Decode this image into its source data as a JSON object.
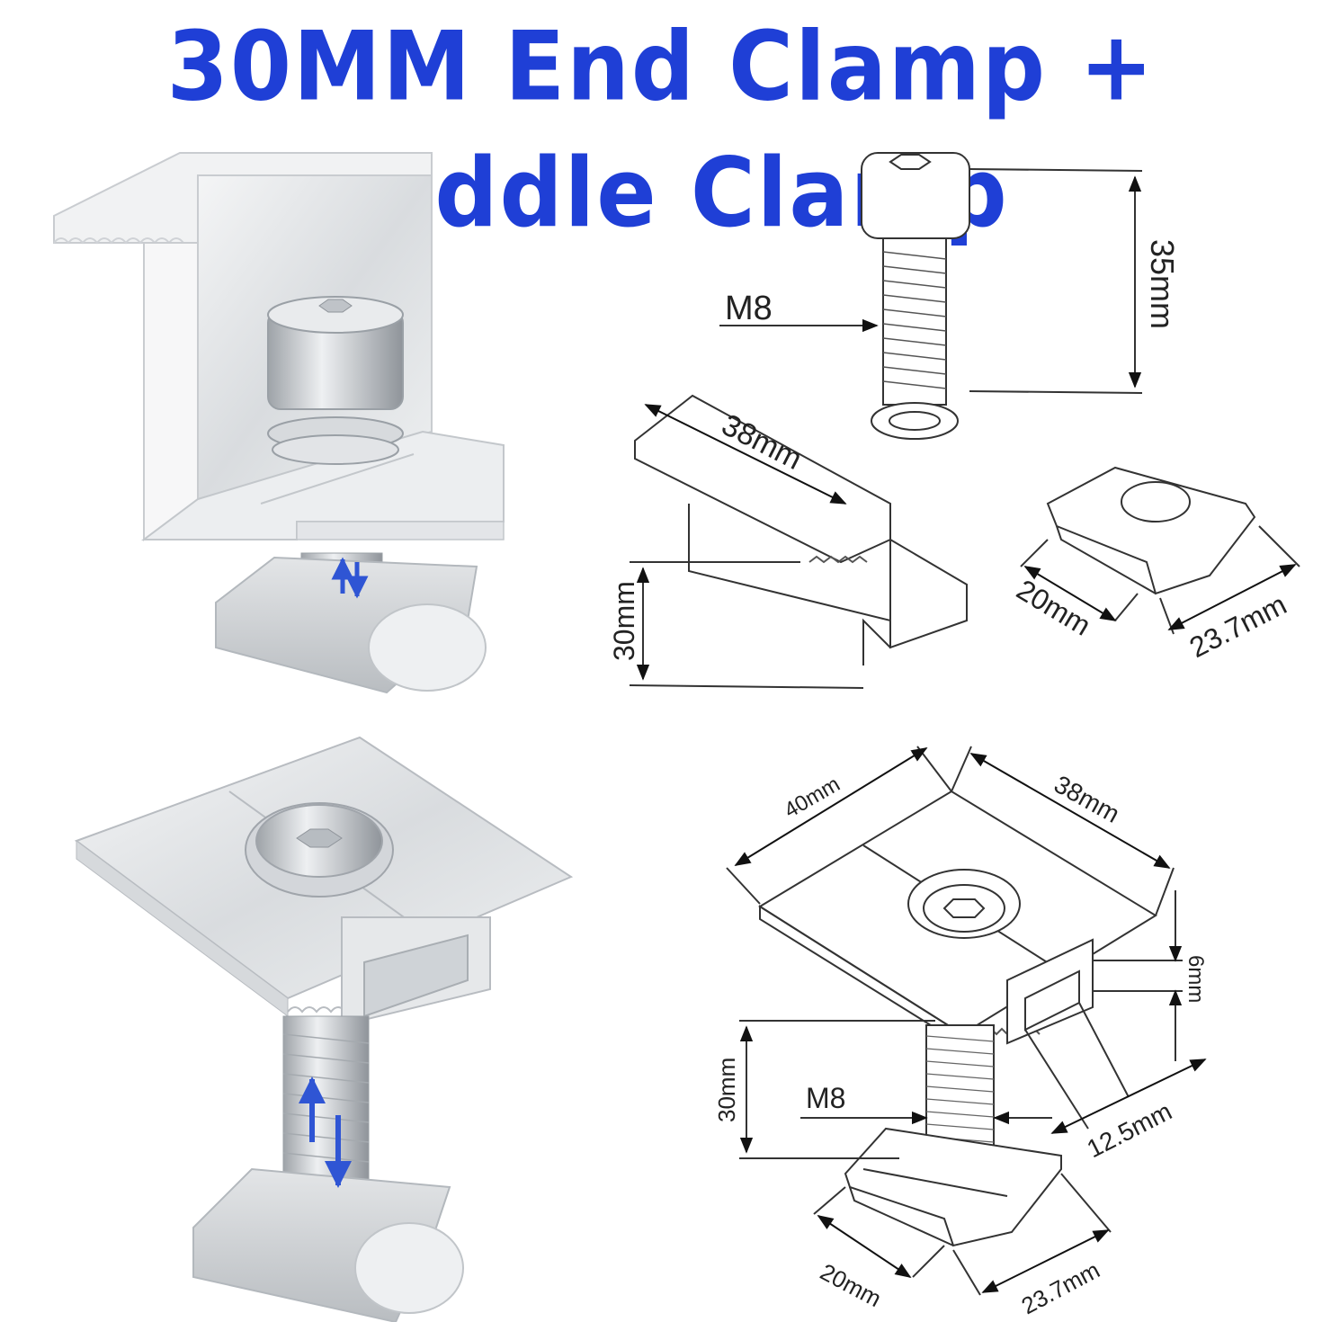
{
  "title": "30MM End Clamp  +  Middle Clamp",
  "accent_color": "#1f3fd6",
  "end_clamp_diagram": {
    "bolt_thread": "M8",
    "bolt_length": "35mm",
    "clamp_width": "38mm",
    "clamp_height": "30mm",
    "nut_width": "20mm",
    "nut_length": "23.7mm"
  },
  "middle_clamp_diagram": {
    "clamp_depth": "40mm",
    "clamp_width": "38mm",
    "slot_height": "6mm",
    "slot_width": "12.5mm",
    "bolt_height": "30mm",
    "bolt_thread": "M8",
    "nut_width": "20mm",
    "nut_length": "23.7mm"
  },
  "icons": [
    "up-down-arrow-icon",
    "hex-socket-icon"
  ]
}
